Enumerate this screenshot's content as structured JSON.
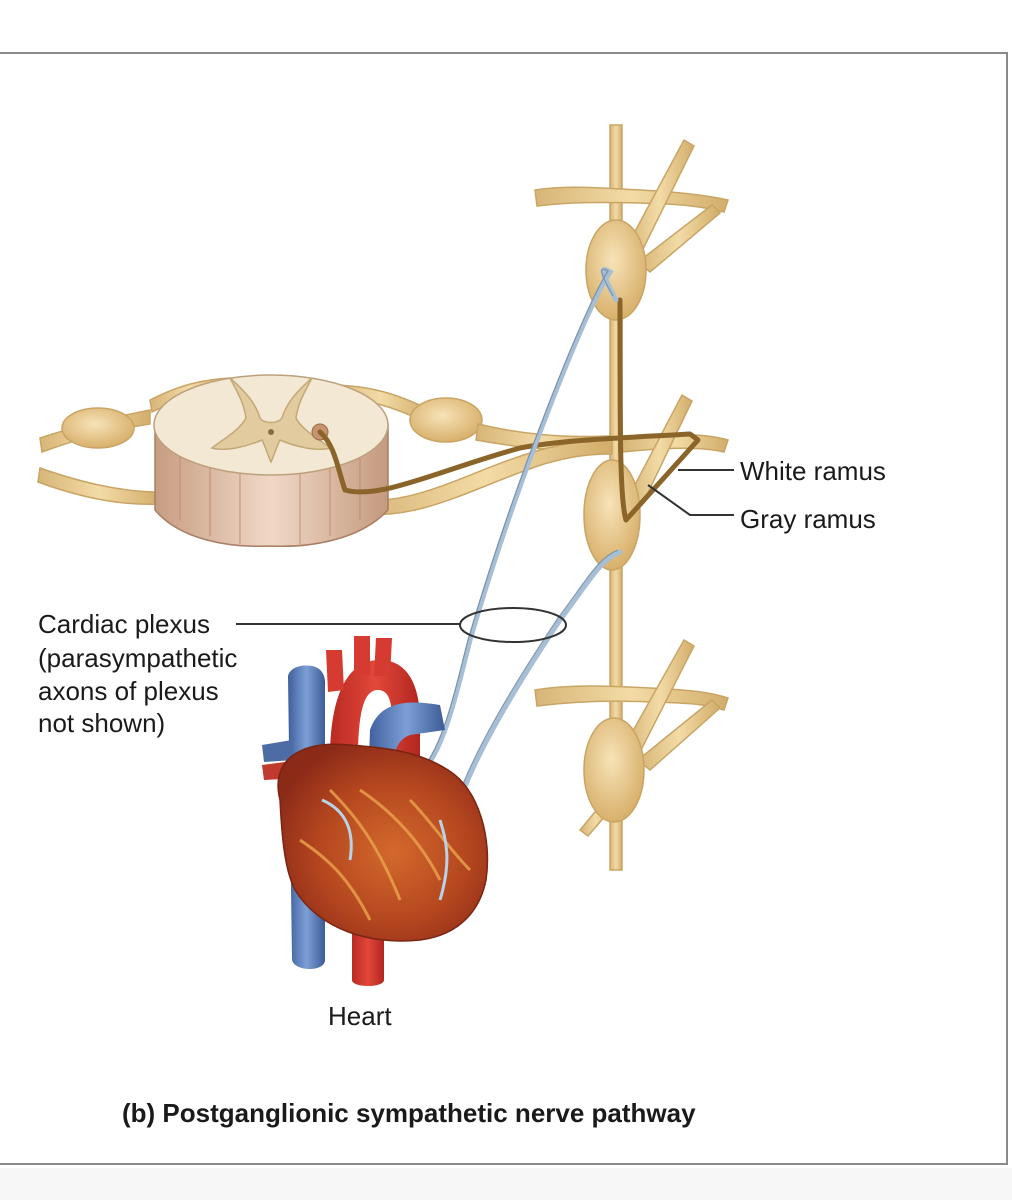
{
  "labels": {
    "white_ramus": "White ramus",
    "gray_ramus": "Gray ramus",
    "cardiac_plexus": "Cardiac plexus",
    "cardiac_plexus_note": [
      "(parasympathetic",
      "axons of plexus",
      "not shown)"
    ],
    "heart": "Heart"
  },
  "caption": "(b) Postganglionic sympathetic nerve pathway",
  "colors": {
    "nerve": "#e9c98a",
    "nerve_shadow": "#c9a565",
    "axon_blue": "#9fb8d0",
    "axon_brown": "#8a6428",
    "spinal_white": "#f1e6d2",
    "spinal_gray": "#e2c99a",
    "heart_red": "#c0392b",
    "vessel_blue": "#5a7fb8",
    "frame": "#8a8a8a"
  }
}
